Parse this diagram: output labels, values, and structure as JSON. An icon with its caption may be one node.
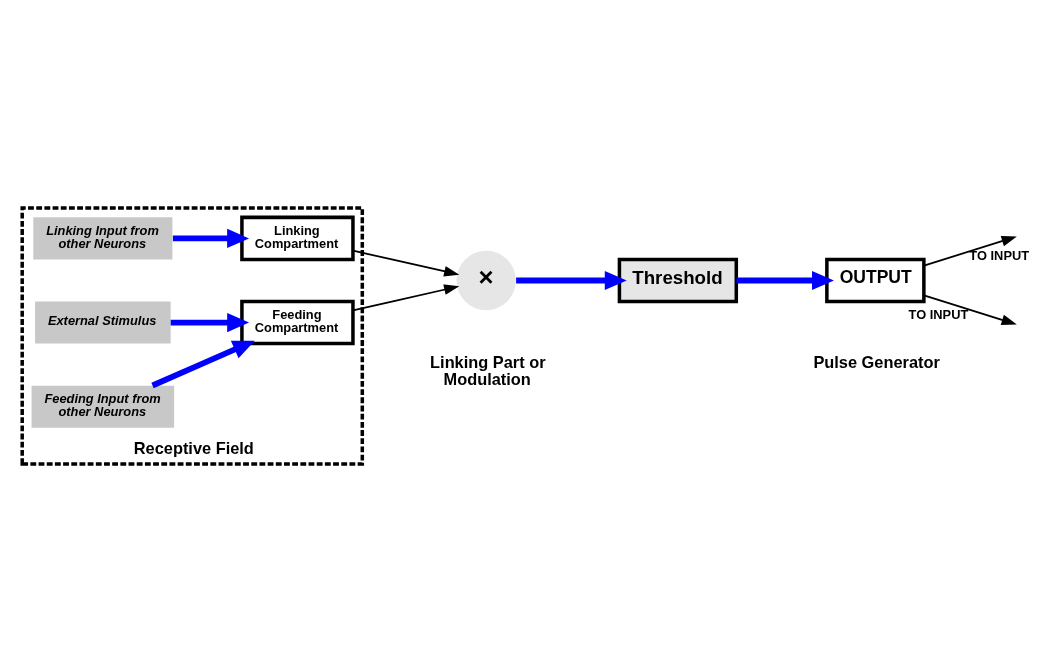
{
  "diagram": {
    "nodes": [
      {
        "text": [
          "Receptive Field"
        ]
      },
      {
        "text": [
          "Linking Input from other Neurons"
        ],
        "in": 0
      },
      {
        "text": [
          "Linking Compartment"
        ],
        "in": 0
      },
      {
        "text": [
          "Feeding Compartment"
        ],
        "in": 0
      },
      {
        "text": [
          "External Stimulus"
        ],
        "in": 0
      },
      {
        "text": [
          "Feeding Input from other Neurons"
        ],
        "in": 0
      },
      {
        "text": [
          "×"
        ]
      },
      {
        "text": [
          "Threshold"
        ]
      },
      {
        "text": [
          "OUTPUT"
        ]
      }
    ],
    "labels": [
      "Linking Part or Modulation",
      "Pulse Generator"
    ],
    "edges": [
      {
        "from": 1,
        "to": 2,
        "arrow": "to"
      },
      {
        "from": 2,
        "to": 6,
        "arrow": "to",
        "color": "#000000"
      },
      {
        "from": 3,
        "to": 6,
        "arrow": "to",
        "color": "#000000"
      },
      {
        "from": 4,
        "to": 3,
        "arrow": "to"
      },
      {
        "from": 5,
        "to": 3,
        "arrow": "to"
      },
      {
        "from": 6,
        "to": 7,
        "arrow": "to"
      },
      {
        "from": 7,
        "to": 8,
        "arrow": "to"
      },
      {
        "from": 8,
        "to": null,
        "label": "TO INPUT",
        "arrow": "to",
        "color": "#000000"
      },
      {
        "from": 8,
        "to": null,
        "label": "TO INPUT",
        "arrow": "to",
        "color": "#000000"
      }
    ]
  }
}
